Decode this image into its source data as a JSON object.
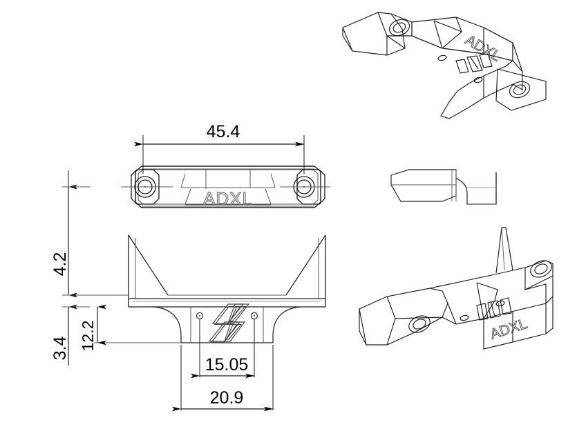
{
  "drawing": {
    "title": "ADXL accelerometer mount bracket",
    "background_color": "#ffffff",
    "line_color": "#1a1a1a",
    "thin_line_color": "#555555",
    "emboss_text_color": "#777777",
    "units": "mm"
  },
  "dimensions": {
    "overall_hole_spacing": "45.4",
    "top_to_mid_height": "4.2",
    "block_height": "12.2",
    "lower_height": "3.4",
    "hole_pitch": "15.05",
    "block_width": "20.9"
  },
  "labels": {
    "brand_top_view": "ADXL",
    "brand_iso_top": "ADXL",
    "brand_iso_bottom": "ADXL"
  },
  "views": {
    "top_view": {
      "name": "top-view",
      "description": "Plan view of bracket with two octagonal mounting bosses and ADXL emboss"
    },
    "front_view": {
      "name": "front-view",
      "description": "Front elevation showing V-trough wings and central block with logo"
    },
    "iso_top_right": {
      "name": "isometric-view-upper",
      "description": "Isometric pictorial, upper right"
    },
    "side_profile": {
      "name": "side-profile-view",
      "description": "Small side profile silhouette, middle right"
    },
    "iso_bottom_right": {
      "name": "isometric-view-lower",
      "description": "Isometric pictorial, lower right"
    }
  }
}
